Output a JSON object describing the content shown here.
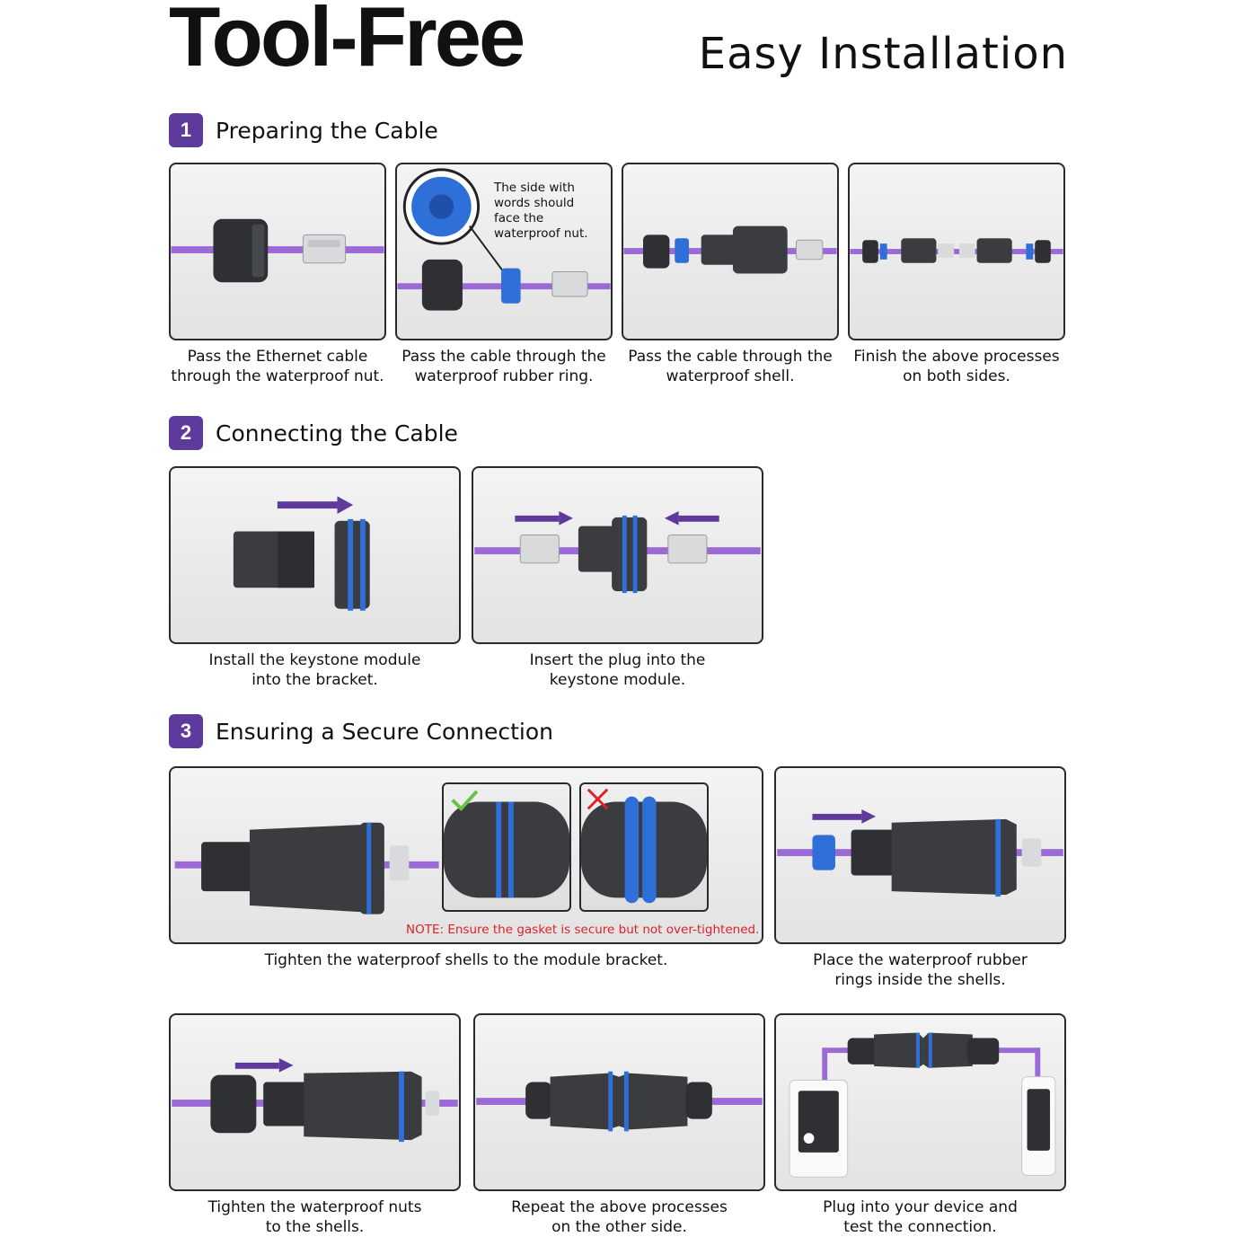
{
  "header": {
    "title": "Tool-Free",
    "subtitle": "Easy Installation"
  },
  "colors": {
    "accent": "#5e3a9c",
    "cable": "#9b6ad6",
    "ring_blue": "#2f6fd8",
    "shell": "#3a3c40",
    "warning": "#e0202a",
    "ok_green": "#6cc04a"
  },
  "steps": [
    {
      "number": "1",
      "title": "Preparing the Cable",
      "panels": [
        {
          "caption": "Pass the Ethernet cable\nthrough the waterproof nut."
        },
        {
          "caption": "Pass the cable through the\nwaterproof rubber ring.",
          "callout": "The side with\nwords should\nface the\nwaterproof nut."
        },
        {
          "caption": "Pass the cable through the\nwaterproof shell."
        },
        {
          "caption": "Finish the above processes\non both sides."
        }
      ]
    },
    {
      "number": "2",
      "title": "Connecting the Cable",
      "panels": [
        {
          "caption": "Install the keystone module\ninto the bracket."
        },
        {
          "caption": "Insert the plug into the\nkeystone module."
        }
      ]
    },
    {
      "number": "3",
      "title": "Ensuring a Secure Connection",
      "panels": [
        {
          "caption": "Tighten the waterproof shells to the module bracket.",
          "note": "NOTE: Ensure the gasket is secure but not over-tightened."
        },
        {
          "caption": "Place the waterproof rubber\nrings inside the shells."
        },
        {
          "caption": "Tighten the waterproof nuts\nto the shells."
        },
        {
          "caption": "Repeat the above processes\non the other side."
        },
        {
          "caption": "Plug into your device and\ntest the connection."
        }
      ]
    }
  ],
  "icons": {
    "ok": "check-icon",
    "bad": "cross-icon",
    "arrow": "arrow-right-icon"
  }
}
